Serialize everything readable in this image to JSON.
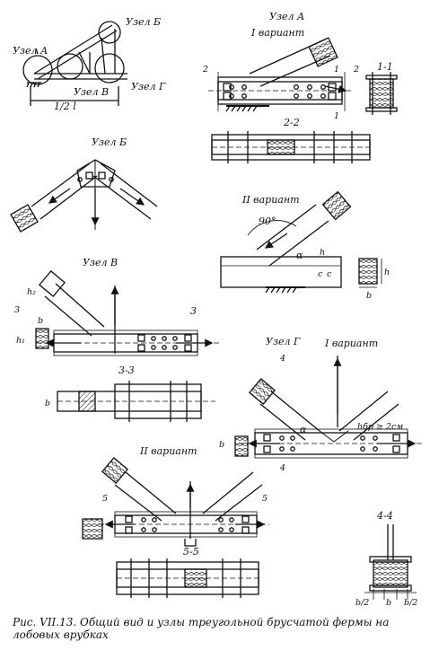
{
  "labels": {
    "general_node_a": "Узел А",
    "general_node_b": "Узел Б",
    "general_node_v": "Узел В",
    "general_node_g": "Узел Г",
    "half_span": "1/2 l",
    "top_node_a": "Узел А",
    "variant_1_a": "I вариант",
    "sec_2_left": "2",
    "sec_2_right": "2",
    "sec_1_1_title": "1-1",
    "sec_1_left": "1",
    "sec_1_right": "1",
    "sec_2_2": "2-2",
    "node_b_title": "Узел Б",
    "variant_2_a": "II вариант",
    "angle_90": "90°",
    "alpha_a": "α",
    "h_a": "h",
    "c_a": "c",
    "c_a2": "c",
    "h_small": "h",
    "b_small": "b",
    "node_v_title": "Узел В",
    "h2_label": "h₂",
    "b_v": "b",
    "h1_v": "h₁",
    "sec_3_left": "3",
    "sec_3_right": "3",
    "sec_3_3": "3-3",
    "b_33": "b",
    "node_g_title": "Узел Г",
    "variant_1_g": "I вариант",
    "sec_4_top": "4",
    "sec_4_bottom": "4",
    "alpha_g": "α",
    "hbr": "hбр ≥ 2см",
    "b_g": "b",
    "variant_2_g": "II вариант",
    "sec_5_left": "5",
    "sec_5_right": "5",
    "sec_5_5": "5-5",
    "sec_4_4": "4-4",
    "b_half_l": "b/2",
    "b_mid": "b",
    "b_half_r": "b/2"
  },
  "caption": "Рис. VII.13. Общий вид и узлы треугольной брусчатой фермы на лобовых врубках"
}
